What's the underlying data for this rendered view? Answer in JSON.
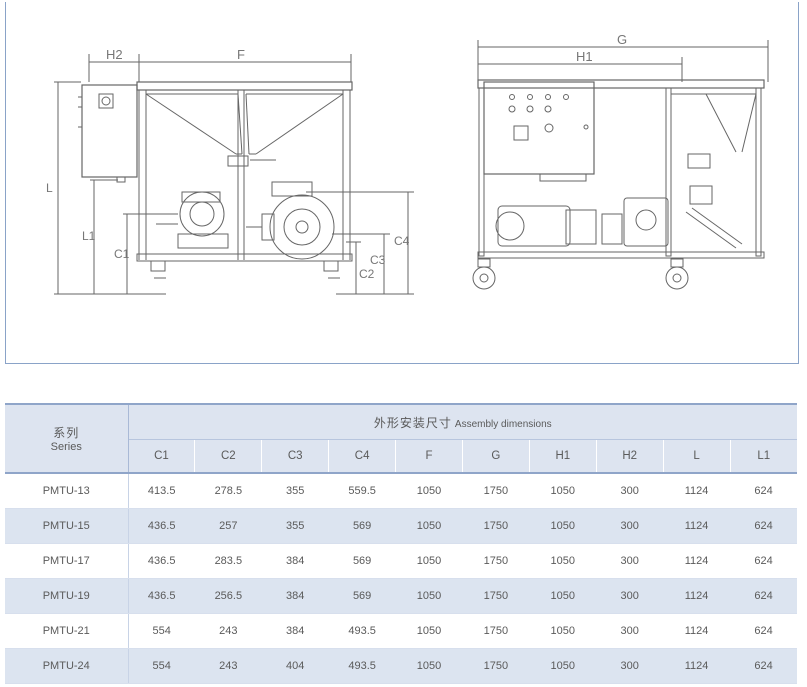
{
  "drawing": {
    "front_labels": {
      "h2": "H2",
      "f": "F",
      "l": "L",
      "l1": "L1",
      "c1": "C1",
      "c2": "C2",
      "c3": "C3",
      "c4": "C4"
    },
    "side_labels": {
      "g": "G",
      "h1": "H1"
    }
  },
  "table": {
    "series_zh": "系列",
    "series_en": "Series",
    "group_zh": "外形安装尺寸",
    "group_en": "Assembly dimensions",
    "columns": [
      "C1",
      "C2",
      "C3",
      "C4",
      "F",
      "G",
      "H1",
      "H2",
      "L",
      "L1"
    ],
    "rows": [
      {
        "model": "PMTU-13",
        "values": [
          "413.5",
          "278.5",
          "355",
          "559.5",
          "1050",
          "1750",
          "1050",
          "300",
          "1124",
          "624"
        ]
      },
      {
        "model": "PMTU-15",
        "values": [
          "436.5",
          "257",
          "355",
          "569",
          "1050",
          "1750",
          "1050",
          "300",
          "1124",
          "624"
        ]
      },
      {
        "model": "PMTU-17",
        "values": [
          "436.5",
          "283.5",
          "384",
          "569",
          "1050",
          "1750",
          "1050",
          "300",
          "1124",
          "624"
        ]
      },
      {
        "model": "PMTU-19",
        "values": [
          "436.5",
          "256.5",
          "384",
          "569",
          "1050",
          "1750",
          "1050",
          "300",
          "1124",
          "624"
        ]
      },
      {
        "model": "PMTU-21",
        "values": [
          "554",
          "243",
          "384",
          "493.5",
          "1050",
          "1750",
          "1050",
          "300",
          "1124",
          "624"
        ]
      },
      {
        "model": "PMTU-24",
        "values": [
          "554",
          "243",
          "404",
          "493.5",
          "1050",
          "1750",
          "1050",
          "300",
          "1124",
          "624"
        ]
      }
    ]
  }
}
